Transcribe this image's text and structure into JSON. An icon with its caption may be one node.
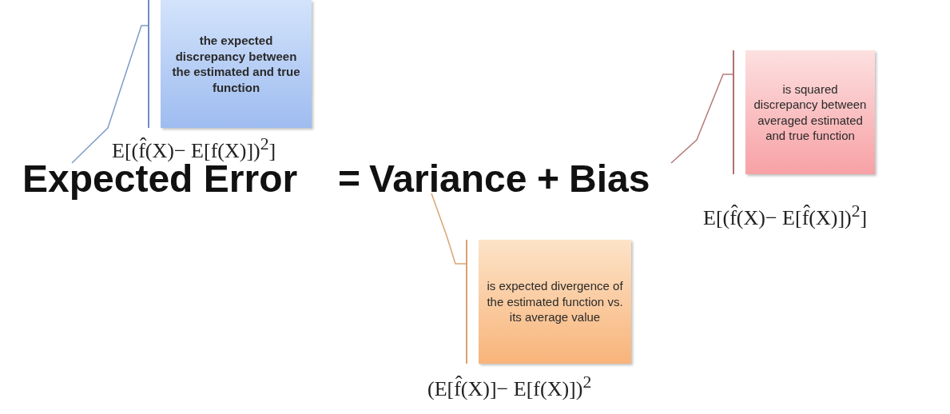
{
  "diagram": {
    "nodes": [
      {
        "text": [
          "the expected discrepancy between the estimated and true function"
        ],
        "beside": [
          "E[(f̂(X)− E[f(X)])$^{2}$]"
        ]
      },
      {
        "text": [
          "is squared discrepancy between averaged estimated and true function"
        ],
        "beside": [
          "E[(f̂(X)− E[f̂(X)])$^{2}$]"
        ]
      },
      {
        "text": [
          "Expected Error"
        ]
      },
      {
        "text": [
          "Variance"
        ]
      },
      {
        "text": [
          "Bias"
        ]
      },
      {
        "text": [
          "is expected divergence of the estimated function vs. its average value"
        ],
        "beside": [
          "(E[f̂(X)]− E[f(X)])$^{2}$"
        ]
      }
    ],
    "edges": [
      {
        "from": 0,
        "to": 2,
        "arrow": "none",
        "color": "#7f9cc8"
      },
      {
        "from": 1,
        "to": 4,
        "arrow": "none",
        "color": "#b57a7a"
      },
      {
        "from": 5,
        "to": 3,
        "arrow": "none",
        "color": "#d9a473"
      }
    ],
    "labels": [
      "=",
      "+"
    ]
  }
}
